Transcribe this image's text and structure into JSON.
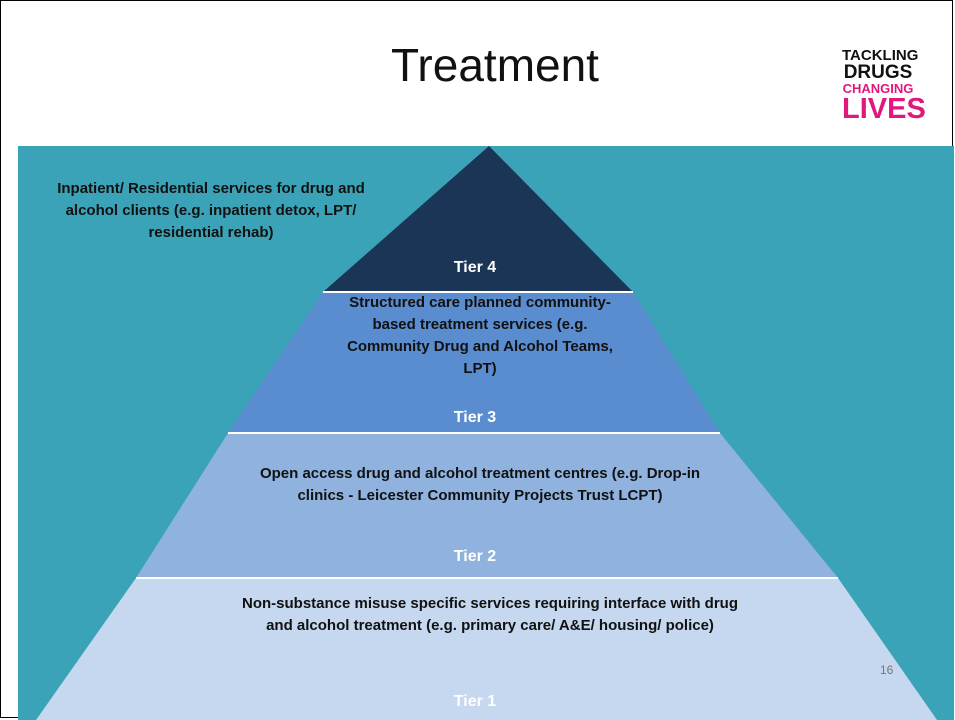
{
  "slide": {
    "title": "Treatment",
    "page_number": "16",
    "logo": {
      "line1": "TACKLING",
      "line2": "DRUGS",
      "line3": "CHANGING",
      "line4": "LIVES"
    }
  },
  "pyramid": {
    "side_note": "Inpatient/ Residential services for drug and alcohol clients (e.g. inpatient detox, LPT/ residential rehab)",
    "tiers": [
      {
        "label": "Tier 4",
        "description": "",
        "color": "#1b3556"
      },
      {
        "label": "Tier 3",
        "description": "Structured care planned community-based treatment services (e.g. Community Drug and Alcohol Teams, LPT)",
        "color": "#5a8dcf"
      },
      {
        "label": "Tier 2",
        "description": "Open access drug and alcohol treatment centres (e.g. Drop-in clinics - Leicester Community Projects Trust LCPT)",
        "color": "#8fb2df"
      },
      {
        "label": "Tier 1",
        "description": "Non-substance misuse specific services requiring interface with drug and alcohol treatment (e.g. primary care/ A&E/ housing/ police)",
        "color": "#c5d8ef"
      }
    ]
  },
  "colors": {
    "background_band": "#3ba3b8",
    "logo_accent": "#e0187d"
  }
}
